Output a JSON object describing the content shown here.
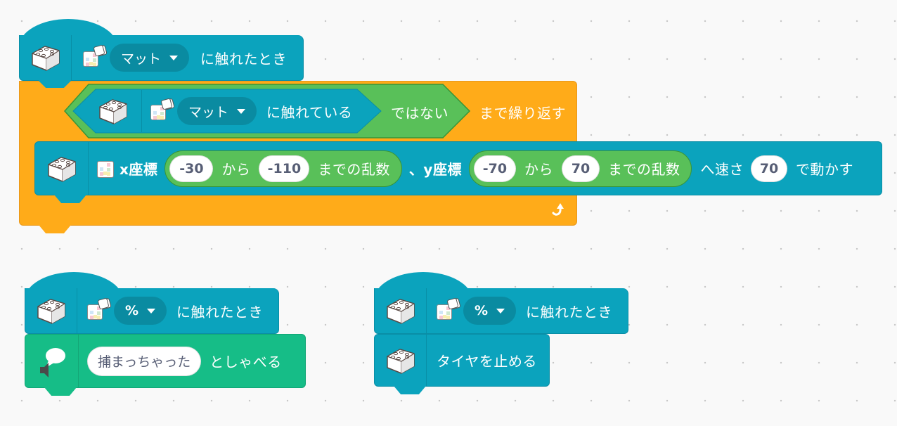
{
  "workspace": {
    "background_color": "#f9f9f9",
    "grid": "dotted"
  },
  "colors": {
    "motion_teal": "#0ba3bd",
    "control_orange": "#ffab19",
    "operator_green": "#59c059",
    "sound_green": "#16bd87",
    "input_text": "#575e75"
  },
  "scripts": [
    {
      "hat": {
        "icon": "brick-icon",
        "sensor_icon": "color-mat-icon",
        "dropdown": "マット",
        "label": "に触れたとき"
      },
      "repeat_until": {
        "condition": {
          "icon": "brick-icon",
          "sensor_icon": "color-mat-icon",
          "dropdown": "マット",
          "label": "に触れている",
          "not_label": "ではない"
        },
        "label": "まで繰り返す",
        "loop_icon": "loop-arrow-icon",
        "body": {
          "icon": "brick-icon",
          "mat_icon": "color-mat-icon",
          "x_label": "x座標",
          "x_from": "-30",
          "x_from_sep": "から",
          "x_to": "-110",
          "x_random_label": "までの乱数",
          "y_label": "、y座標",
          "y_from": "-70",
          "y_from_sep": "から",
          "y_to": "70",
          "y_random_label": "までの乱数",
          "speed_label": "へ速さ",
          "speed": "70",
          "move_label": "で動かす"
        }
      }
    },
    {
      "hat": {
        "icon": "brick-icon",
        "sensor_icon": "color-mat-icon",
        "dropdown": "%",
        "label": "に触れたとき"
      },
      "say": {
        "icon": "speech-bubble-speaker-icon",
        "text": "捕まっちゃった",
        "label": "としゃべる"
      }
    },
    {
      "hat": {
        "icon": "brick-icon",
        "sensor_icon": "color-mat-icon",
        "dropdown": "%",
        "label": "に触れたとき"
      },
      "stop": {
        "icon": "brick-icon",
        "label": "タイヤを止める"
      }
    }
  ]
}
